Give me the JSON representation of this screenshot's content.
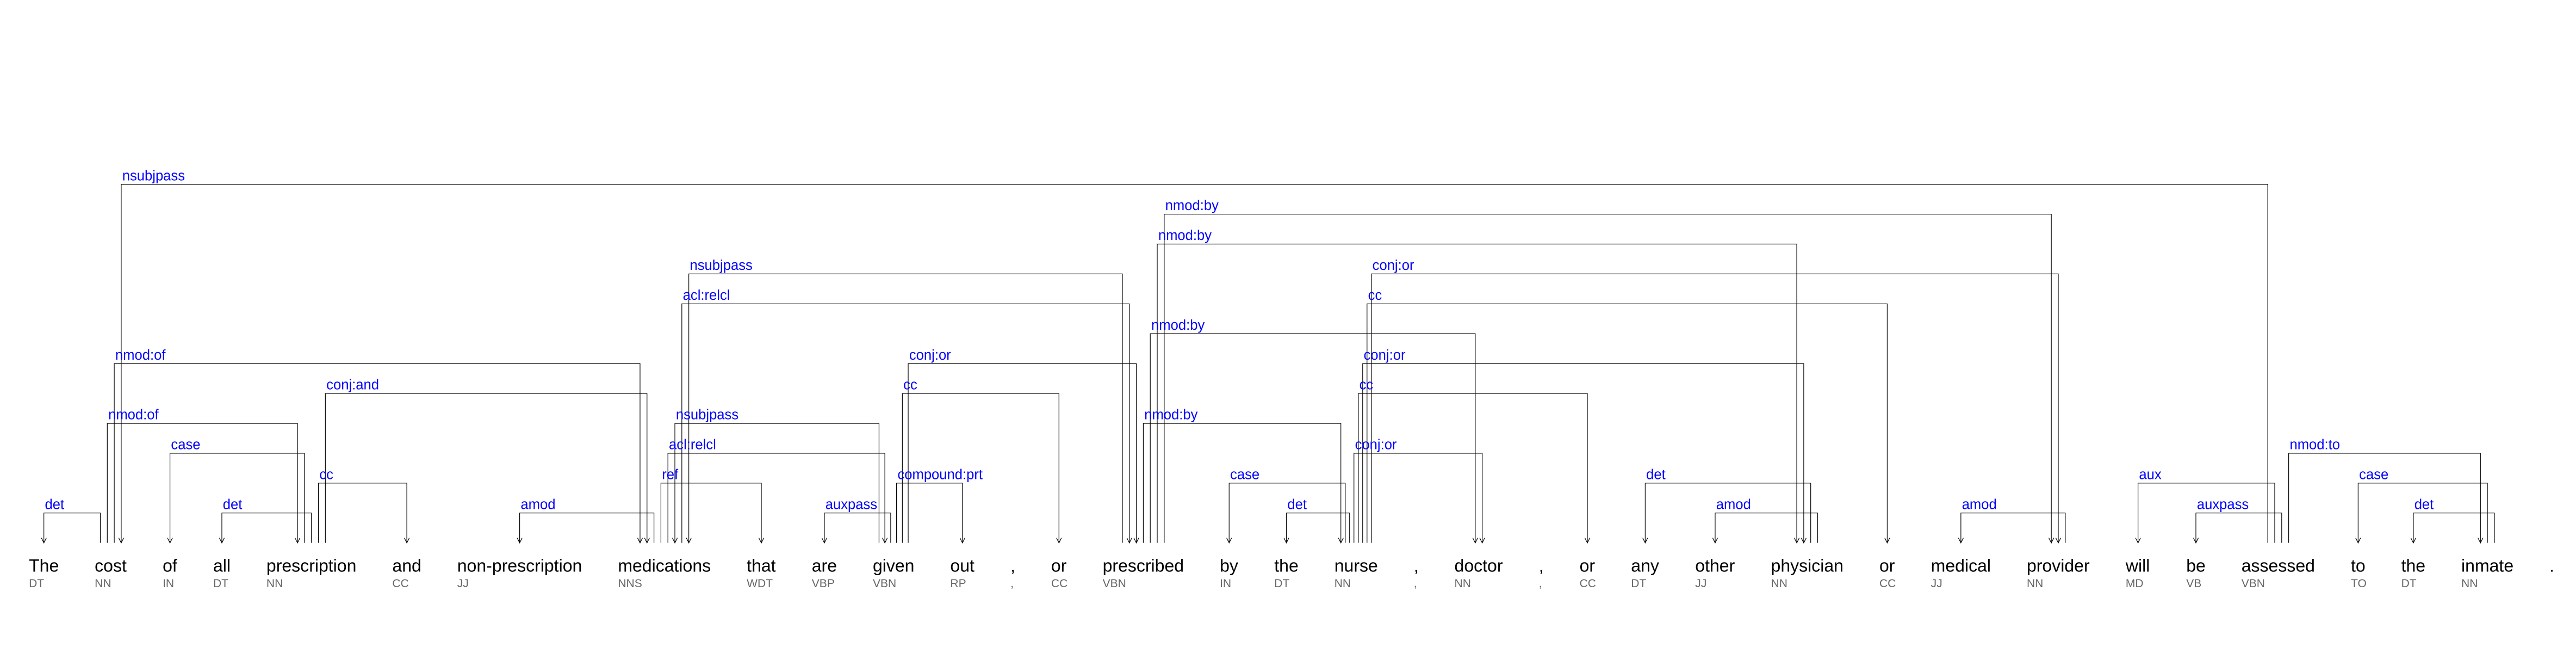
{
  "tokens": [
    {
      "word": "The",
      "pos": "DT"
    },
    {
      "word": "cost",
      "pos": "NN"
    },
    {
      "word": "of",
      "pos": "IN"
    },
    {
      "word": "all",
      "pos": "DT"
    },
    {
      "word": "prescription",
      "pos": "NN"
    },
    {
      "word": "and",
      "pos": "CC"
    },
    {
      "word": "non-prescription",
      "pos": "JJ"
    },
    {
      "word": "medications",
      "pos": "NNS"
    },
    {
      "word": "that",
      "pos": "WDT"
    },
    {
      "word": "are",
      "pos": "VBP"
    },
    {
      "word": "given",
      "pos": "VBN"
    },
    {
      "word": "out",
      "pos": "RP"
    },
    {
      "word": ",",
      "pos": ","
    },
    {
      "word": "or",
      "pos": "CC"
    },
    {
      "word": "prescribed",
      "pos": "VBN"
    },
    {
      "word": "by",
      "pos": "IN"
    },
    {
      "word": "the",
      "pos": "DT"
    },
    {
      "word": "nurse",
      "pos": "NN"
    },
    {
      "word": ",",
      "pos": ","
    },
    {
      "word": "doctor",
      "pos": "NN"
    },
    {
      "word": ",",
      "pos": ","
    },
    {
      "word": "or",
      "pos": "CC"
    },
    {
      "word": "any",
      "pos": "DT"
    },
    {
      "word": "other",
      "pos": "JJ"
    },
    {
      "word": "physician",
      "pos": "NN"
    },
    {
      "word": "or",
      "pos": "CC"
    },
    {
      "word": "medical",
      "pos": "JJ"
    },
    {
      "word": "provider",
      "pos": "NN"
    },
    {
      "word": "will",
      "pos": "MD"
    },
    {
      "word": "be",
      "pos": "VB"
    },
    {
      "word": "assessed",
      "pos": "VBN"
    },
    {
      "word": "to",
      "pos": "TO"
    },
    {
      "word": "the",
      "pos": "DT"
    },
    {
      "word": "inmate",
      "pos": "NN"
    },
    {
      "word": ".",
      "pos": ""
    }
  ],
  "arcs": [
    {
      "head": 1,
      "dep": 0,
      "label": "det"
    },
    {
      "head": 1,
      "dep": 4,
      "label": "nmod:of"
    },
    {
      "head": 1,
      "dep": 7,
      "label": "nmod:of"
    },
    {
      "head": 4,
      "dep": 2,
      "label": "case"
    },
    {
      "head": 4,
      "dep": 3,
      "label": "det"
    },
    {
      "head": 4,
      "dep": 5,
      "label": "cc"
    },
    {
      "head": 4,
      "dep": 7,
      "label": "conj:and"
    },
    {
      "head": 7,
      "dep": 6,
      "label": "amod"
    },
    {
      "head": 7,
      "dep": 8,
      "label": "ref"
    },
    {
      "head": 7,
      "dep": 10,
      "label": "acl:relcl"
    },
    {
      "head": 7,
      "dep": 14,
      "label": "acl:relcl"
    },
    {
      "head": 10,
      "dep": 9,
      "label": "auxpass"
    },
    {
      "head": 10,
      "dep": 7,
      "label": "nsubjpass"
    },
    {
      "head": 14,
      "dep": 7,
      "label": "nsubjpass"
    },
    {
      "head": 10,
      "dep": 11,
      "label": "compound:prt"
    },
    {
      "head": 10,
      "dep": 13,
      "label": "cc"
    },
    {
      "head": 10,
      "dep": 14,
      "label": "conj:or"
    },
    {
      "head": 14,
      "dep": 17,
      "label": "nmod:by"
    },
    {
      "head": 14,
      "dep": 19,
      "label": "nmod:by"
    },
    {
      "head": 14,
      "dep": 24,
      "label": "nmod:by"
    },
    {
      "head": 14,
      "dep": 27,
      "label": "nmod:by"
    },
    {
      "head": 17,
      "dep": 15,
      "label": "case"
    },
    {
      "head": 17,
      "dep": 16,
      "label": "det"
    },
    {
      "head": 17,
      "dep": 19,
      "label": "conj:or"
    },
    {
      "head": 17,
      "dep": 21,
      "label": "cc"
    },
    {
      "head": 17,
      "dep": 24,
      "label": "conj:or"
    },
    {
      "head": 17,
      "dep": 25,
      "label": "cc"
    },
    {
      "head": 17,
      "dep": 27,
      "label": "conj:or"
    },
    {
      "head": 24,
      "dep": 22,
      "label": "det"
    },
    {
      "head": 24,
      "dep": 23,
      "label": "amod"
    },
    {
      "head": 27,
      "dep": 26,
      "label": "amod"
    },
    {
      "head": 30,
      "dep": 1,
      "label": "nsubjpass"
    },
    {
      "head": 30,
      "dep": 28,
      "label": "aux"
    },
    {
      "head": 30,
      "dep": 29,
      "label": "auxpass"
    },
    {
      "head": 30,
      "dep": 33,
      "label": "nmod:to"
    },
    {
      "head": 33,
      "dep": 31,
      "label": "case"
    },
    {
      "head": 33,
      "dep": 32,
      "label": "det"
    }
  ]
}
